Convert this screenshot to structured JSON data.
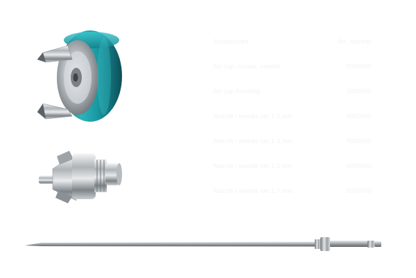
{
  "image": {
    "subject": "spray gun nozzle set",
    "parts": [
      {
        "name": "air cap",
        "accent_color": "#1a9aa3"
      },
      {
        "name": "fluid nozzle",
        "accent_color": "#b8bcc0"
      },
      {
        "name": "needle",
        "accent_color": "#c4c7ca"
      }
    ],
    "background_color": "#ffffff"
  },
  "spec_table": {
    "rows": [
      {
        "label": "Accessories",
        "value": "Art. number"
      },
      {
        "label": "Air cap, nozzle, needle",
        "value": "0000000"
      },
      {
        "label": "Air cap finishing",
        "value": "0000000"
      },
      {
        "label": "Nozzle / needle set 1.3 mm",
        "value": "0000000"
      },
      {
        "label": "Nozzle / needle set 1.4 mm",
        "value": "0000000"
      },
      {
        "label": "Nozzle / needle set 1.5 mm",
        "value": "0000000"
      },
      {
        "label": "Nozzle / needle set 1.7 mm",
        "value": "0000000"
      }
    ]
  }
}
